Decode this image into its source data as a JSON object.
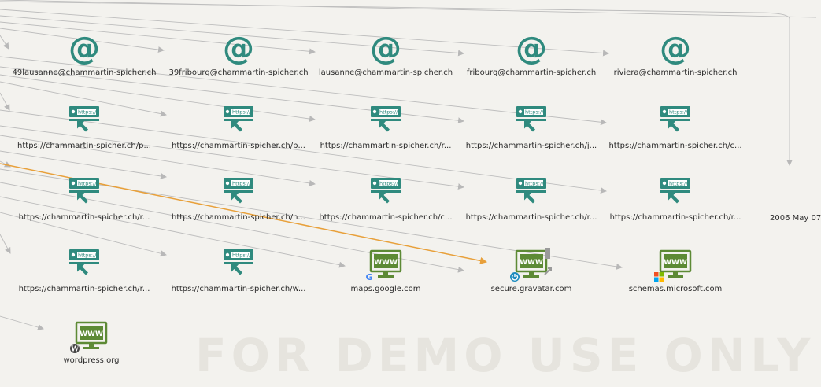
{
  "nodes": {
    "email_1": "49lausanne@chammartin-spicher.ch",
    "email_2": "39fribourg@chammartin-spicher.ch",
    "email_3": "lausanne@chammartin-spicher.ch",
    "email_4": "fribourg@chammartin-spicher.ch",
    "email_5": "riviera@chammartin-spicher.ch",
    "url_r1c1": "https://chammartin-spicher.ch/p...",
    "url_r1c2": "https://chammartin-spicher.ch/p...",
    "url_r1c3": "https://chammartin-spicher.ch/r...",
    "url_r1c4": "https://chammartin-spicher.ch/j...",
    "url_r1c5": "https://chammartin-spicher.ch/c...",
    "url_r2c1": "https://chammartin-spicher.ch/r...",
    "url_r2c2": "https://chammartin-spicher.ch/n...",
    "url_r2c3": "https://chammartin-spicher.ch/c...",
    "url_r2c4": "https://chammartin-spicher.ch/r...",
    "url_r2c5": "https://chammartin-spicher.ch/r...",
    "url_r3c1": "https://chammartin-spicher.ch/r...",
    "url_r3c2": "https://chammartin-spicher.ch/w...",
    "site_maps": "maps.google.com",
    "site_gravatar": "secure.gravatar.com",
    "site_microsoft": "schemas.microsoft.com",
    "site_wordpress": "wordpress.org"
  },
  "url_badge_text": "https://",
  "www_text": "WWW",
  "date_label": "2006 May 07",
  "watermark": "FOR DEMO USE ONLY",
  "icons": {
    "email": "at-sign-icon",
    "url": "url-link-icon",
    "website": "website-monitor-icon"
  },
  "colors": {
    "teal": "#2f8a7e",
    "www_green": "#5d8a35",
    "highlight_edge": "#e8a03a",
    "edge": "#b8b8b8"
  }
}
